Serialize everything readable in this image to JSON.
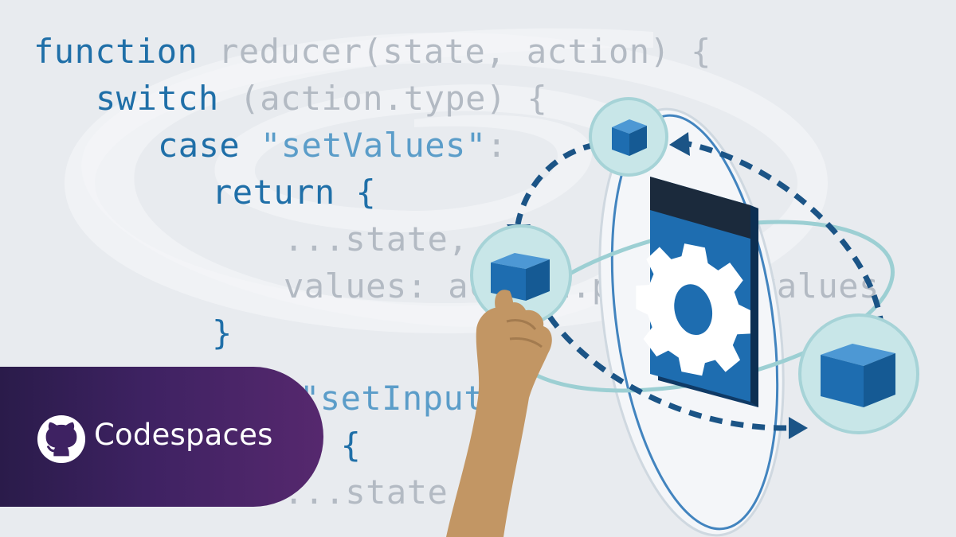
{
  "code": {
    "line1": {
      "kw": "function",
      "rest": " reducer(state, action) {"
    },
    "line2": {
      "kw": "switch",
      "rest": " (action.type) {"
    },
    "line3": {
      "kw": "case",
      "str": " \"setValues\"",
      "rest": ":"
    },
    "line4": {
      "kw": "return",
      "rest": " {"
    },
    "line5": {
      "rest": "...state,"
    },
    "line6": {
      "rest": "values: action.payload.values"
    },
    "line7": {
      "kw": "}"
    },
    "line8": {
      "str": "\"setInput\""
    },
    "line9": {
      "kw": "n {"
    },
    "line10": {
      "rest": "...state"
    }
  },
  "badge": {
    "label": "Codespaces",
    "icon": "github-icon"
  },
  "illustration": {
    "icons": [
      "cube-icon",
      "gear-icon",
      "hand-icon",
      "settings-window-icon"
    ]
  },
  "colors": {
    "background": "#e8ebef",
    "keyword": "#1f6fa8",
    "string": "#5b9dc9",
    "dim_code": "#b3bac3",
    "badge_start": "#2a1b4a",
    "badge_end": "#56286e",
    "cube_blue": "#1e6db0",
    "orbit_teal": "#9ccfd3",
    "arrow_dark": "#1b5486",
    "hand": "#c29664"
  }
}
